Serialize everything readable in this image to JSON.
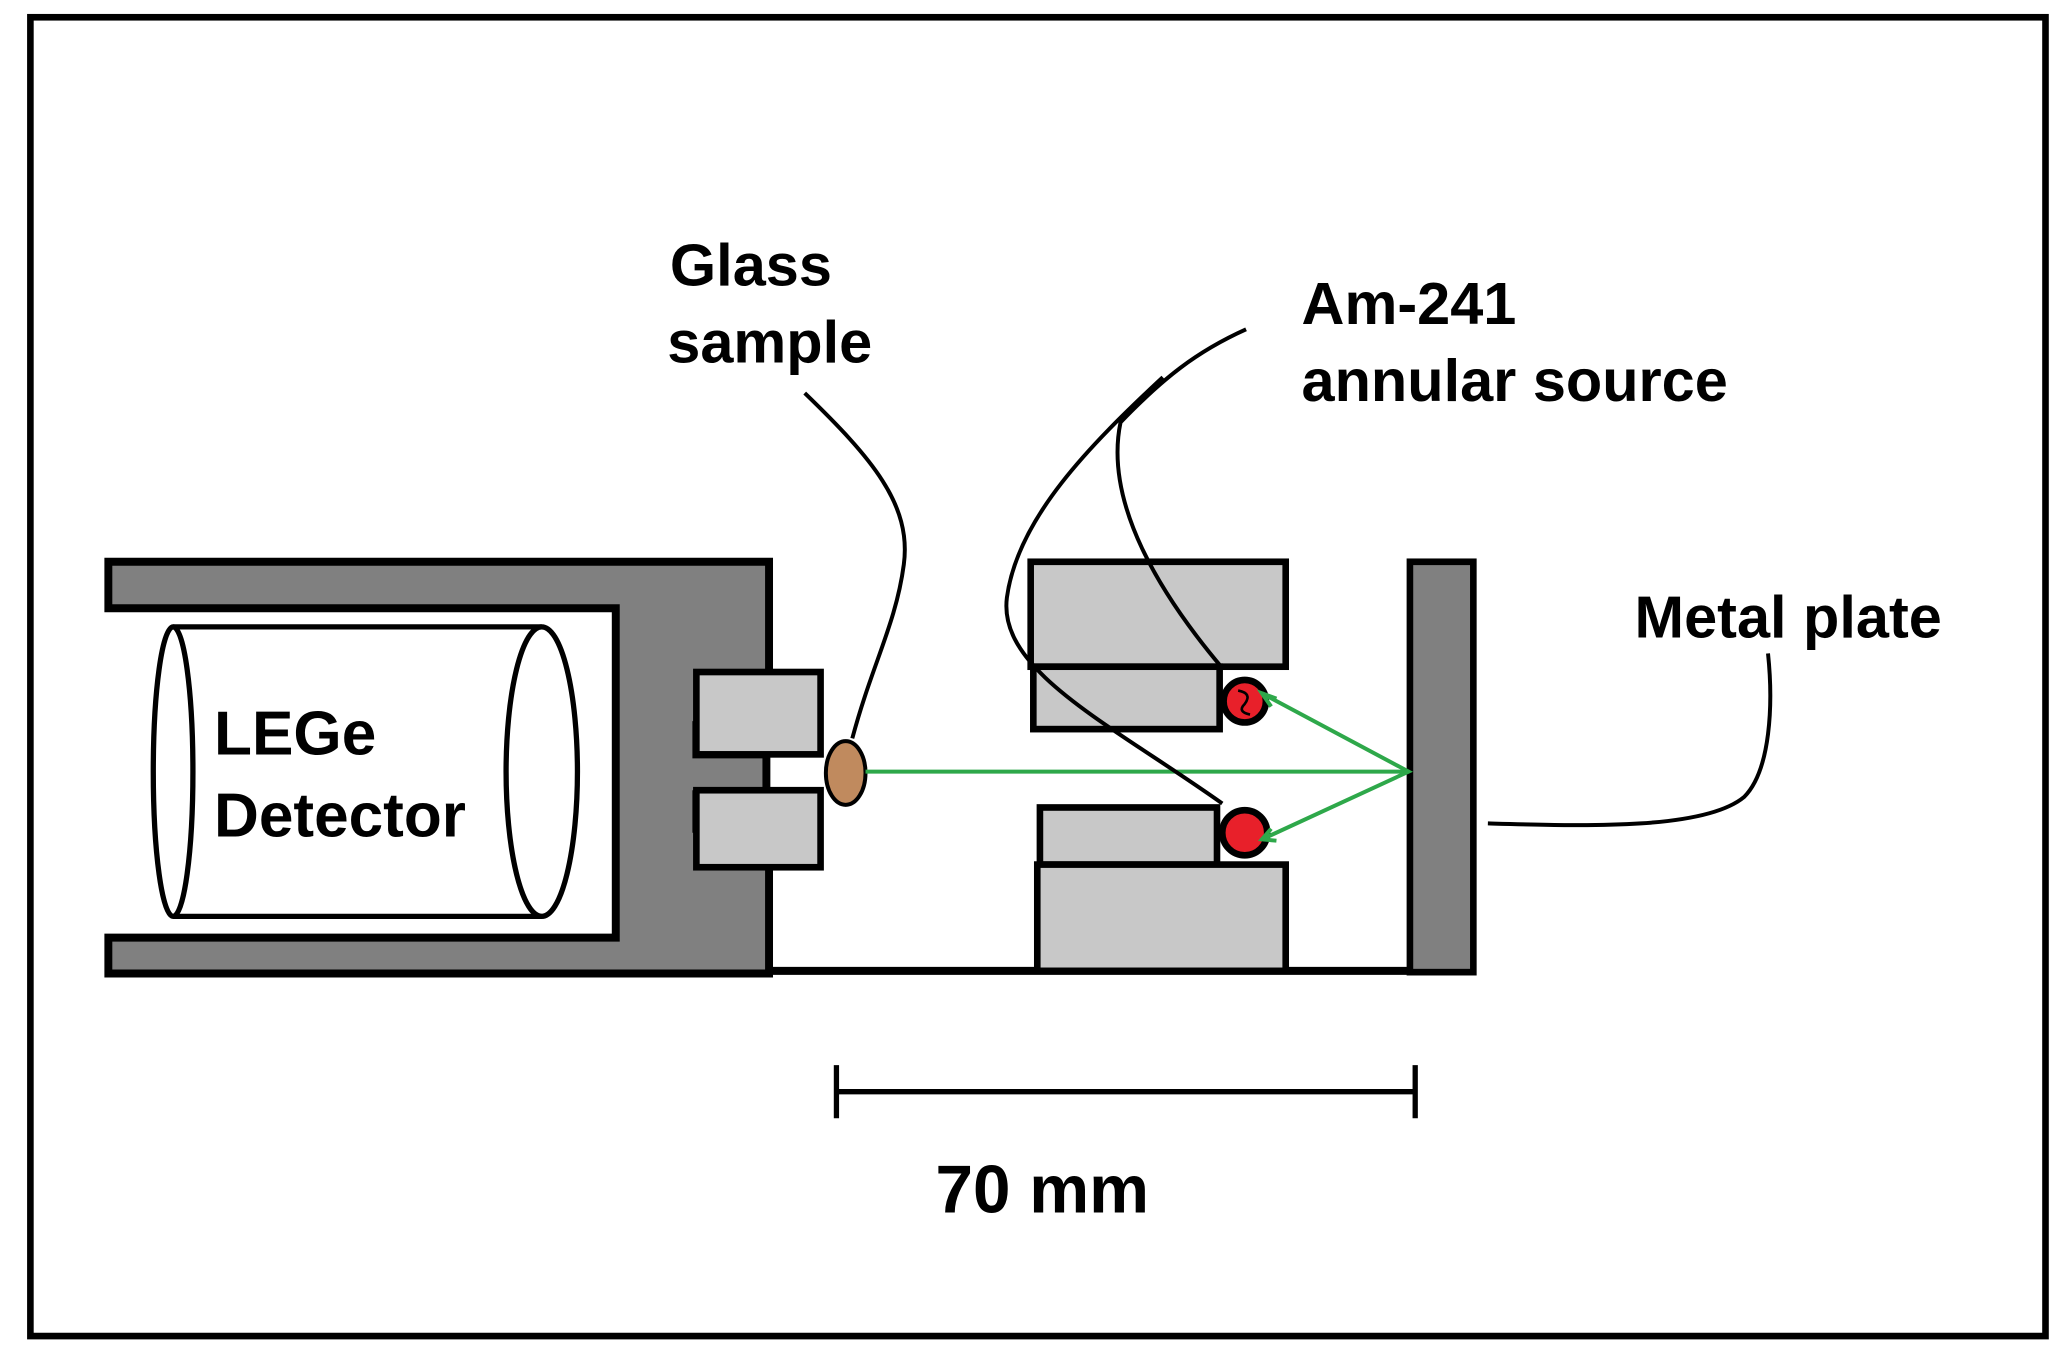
{
  "labels": {
    "glass_line1": "Glass",
    "glass_line2": "sample",
    "am_line1": "Am-241",
    "am_line2": "annular source",
    "metal_plate": "Metal plate",
    "detector_line1": "LEGe",
    "detector_line2": "Detector",
    "scale": "70 mm"
  },
  "colors": {
    "frame": "#000000",
    "dark_gray": "#808080",
    "light_gray": "#c8c8c8",
    "sample": "#c08a5e",
    "source": "#e8202a",
    "beam": "#2ea84a",
    "background": "#ffffff"
  }
}
